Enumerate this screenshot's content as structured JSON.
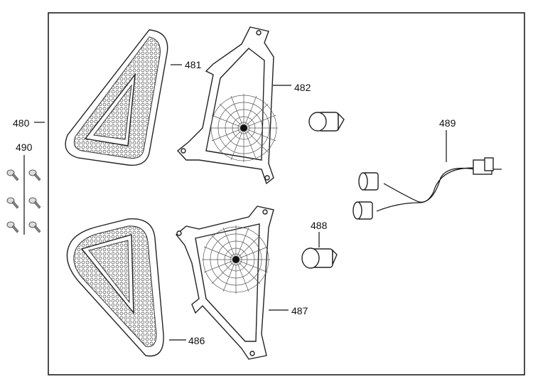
{
  "diagram": {
    "title": "Headlight assembly parts diagram",
    "labels": {
      "assembly": "480",
      "screws": "490",
      "upper_lens": "481",
      "upper_housing": "482",
      "lower_lens": "486",
      "lower_housing": "487",
      "bulb": "488",
      "harness": "489"
    }
  }
}
